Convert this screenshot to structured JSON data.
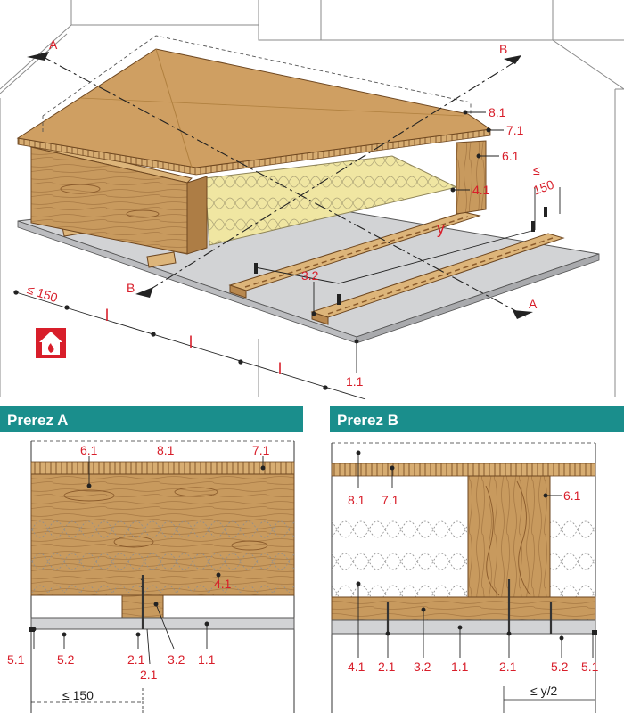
{
  "colors": {
    "label_red": "#d81e2a",
    "header_teal": "#1a8e8c",
    "wood": "#c89a5e",
    "wood_light": "#ddb57a",
    "wood_dark": "#8a5a2b",
    "insulation": "#f0e6a2",
    "board_gray": "#d2d3d5"
  },
  "iso": {
    "cut_a": "A",
    "cut_b": "B",
    "labels": {
      "l81": "8.1",
      "l71": "7.1",
      "l61": "6.1",
      "l41": "4.1",
      "l32": "3.2",
      "l11": "1.1",
      "spacing_top_sym": "≤",
      "spacing_top_val": "150",
      "spacing_left": "≤ 150",
      "y": "y",
      "l1": "l",
      "l2": "l",
      "l3": "l"
    },
    "fire_icon": "fire-protection-icon"
  },
  "section_a": {
    "title": "Prerez A",
    "labels": {
      "l61": "6.1",
      "l81": "8.1",
      "l71": "7.1",
      "l41": "4.1",
      "l51": "5.1",
      "l52": "5.2",
      "l21a": "2.1",
      "l21b": "2.1",
      "l32": "3.2",
      "l11": "1.1",
      "dim": "≤ 150"
    }
  },
  "section_b": {
    "title": "Prerez B",
    "labels": {
      "l81": "8.1",
      "l71": "7.1",
      "l61": "6.1",
      "l41": "4.1",
      "l21a": "2.1",
      "l32": "3.2",
      "l11": "1.1",
      "l21b": "2.1",
      "l52": "5.2",
      "l51": "5.1",
      "dim": "≤ y/2"
    }
  }
}
